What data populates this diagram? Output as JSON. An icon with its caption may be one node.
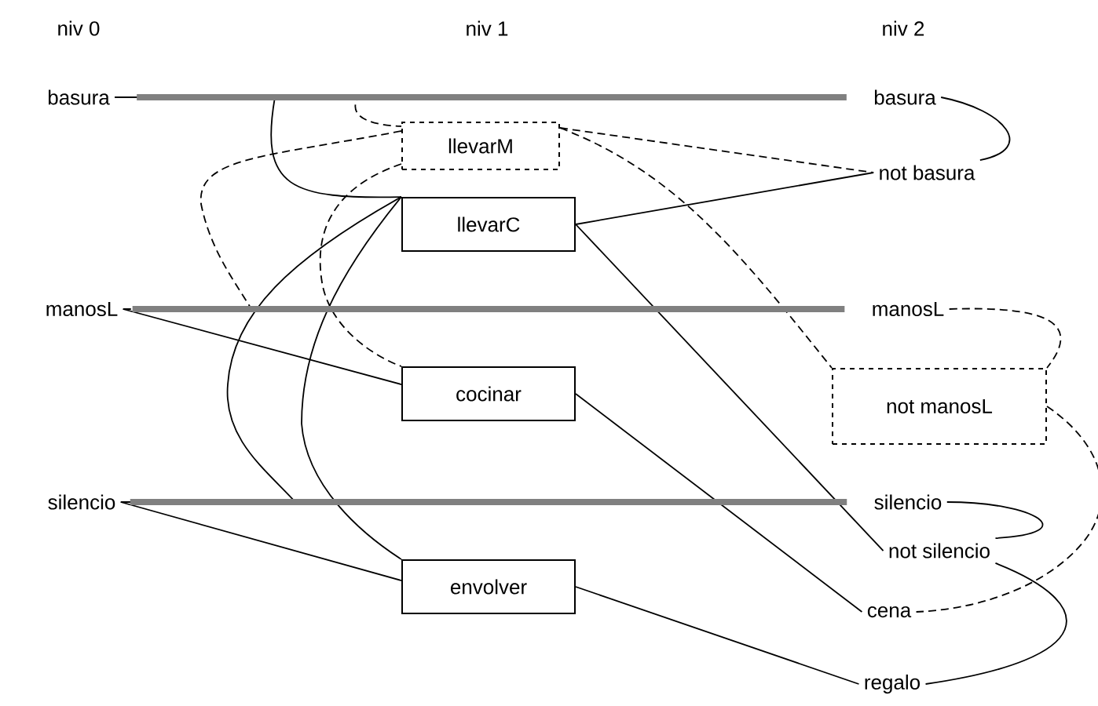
{
  "diagram": {
    "nodes": [
      {
        "text": [
          "basura"
        ]
      },
      {
        "text": [
          "manosL"
        ]
      },
      {
        "text": [
          "silencio"
        ]
      },
      {
        "text": [
          "llevarM"
        ]
      },
      {
        "text": [
          "llevarC"
        ]
      },
      {
        "text": [
          "cocinar"
        ]
      },
      {
        "text": [
          "envolver"
        ]
      },
      {
        "text": [
          "basura"
        ]
      },
      {
        "text": [
          "not basura"
        ]
      },
      {
        "text": [
          "manosL"
        ]
      },
      {
        "text": [
          "not manosL"
        ]
      },
      {
        "text": [
          "silencio"
        ]
      },
      {
        "text": [
          "not silencio"
        ]
      },
      {
        "text": [
          "cena"
        ]
      },
      {
        "text": [
          "regalo"
        ]
      }
    ],
    "edges": [
      {
        "from": 0,
        "to": 7,
        "arrow": "none",
        "style": "thick",
        "color": "#808080"
      },
      {
        "from": 1,
        "to": 9,
        "arrow": "none",
        "style": "thick",
        "color": "#808080"
      },
      {
        "from": 2,
        "to": 11,
        "arrow": "none",
        "style": "thick",
        "color": "#808080"
      },
      {
        "from": 0,
        "to": 4,
        "arrow": "none"
      },
      {
        "from": 0,
        "to": 3,
        "arrow": "none",
        "style": "dashed"
      },
      {
        "from": 3,
        "to": 1,
        "arrow": "none",
        "style": "dashed"
      },
      {
        "from": 3,
        "to": 5,
        "arrow": "none",
        "style": "dashed"
      },
      {
        "from": 3,
        "to": 8,
        "arrow": "none",
        "style": "dashed"
      },
      {
        "from": 3,
        "to": 10,
        "arrow": "none",
        "style": "dashed"
      },
      {
        "from": 4,
        "to": 2,
        "arrow": "none"
      },
      {
        "from": 4,
        "to": 6,
        "arrow": "none"
      },
      {
        "from": 4,
        "to": 8,
        "arrow": "none"
      },
      {
        "from": 4,
        "to": 12,
        "arrow": "none"
      },
      {
        "from": 1,
        "to": 5,
        "arrow": "none"
      },
      {
        "from": 5,
        "to": 13,
        "arrow": "none"
      },
      {
        "from": 2,
        "to": 6,
        "arrow": "none"
      },
      {
        "from": 6,
        "to": 14,
        "arrow": "none"
      },
      {
        "from": 7,
        "to": 8,
        "arrow": "none"
      },
      {
        "from": 9,
        "to": 10,
        "arrow": "none",
        "style": "dashed"
      },
      {
        "from": 10,
        "to": 13,
        "arrow": "none",
        "style": "dashed"
      },
      {
        "from": 11,
        "to": 12,
        "arrow": "none"
      },
      {
        "from": 12,
        "to": 14,
        "arrow": "none"
      }
    ],
    "labels": [
      "niv 0",
      "niv 1",
      "niv 2"
    ]
  }
}
